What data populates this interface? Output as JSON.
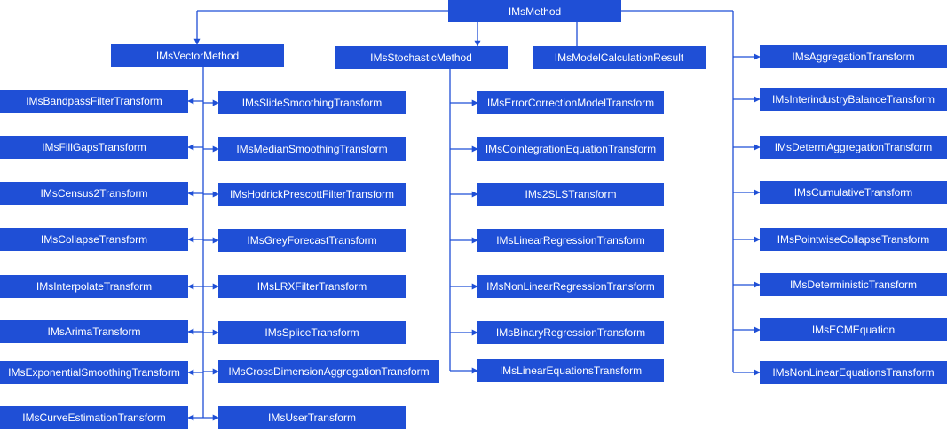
{
  "colors": {
    "node_fill": "#1f4fd6",
    "node_text": "#ffffff",
    "connector": "#1f4fd6"
  },
  "root": "IMsMethod",
  "parents": {
    "vector": "IMsVectorMethod",
    "stochastic": "IMsStochasticMethod",
    "model_result": "IMsModelCalculationResult"
  },
  "vector_left": [
    "IMsBandpassFilterTransform",
    "IMsFillGapsTransform",
    "IMsCensus2Transform",
    "IMsCollapseTransform",
    "IMsInterpolateTransform",
    "IMsArimaTransform",
    "IMsExponentialSmoothingTransform",
    "IMsCurveEstimationTransform"
  ],
  "vector_right": [
    "IMsSlideSmoothingTransform",
    "IMsMedianSmoothingTransform",
    "IMsHodrickPrescottFilterTransform",
    "IMsGreyForecastTransform",
    "IMsLRXFilterTransform",
    "IMsSpliceTransform",
    "IMsCrossDimensionAggregationTransform",
    "IMsUserTransform"
  ],
  "stochastic_children": [
    "IMsErrorCorrectionModelTransform",
    "IMsCointegrationEquationTransform",
    "IMs2SLSTransform",
    "IMsLinearRegressionTransform",
    "IMsNonLinearRegressionTransform",
    "IMsBinaryRegressionTransform",
    "IMsLinearEquationsTransform"
  ],
  "direct_children": [
    "IMsAggregationTransform",
    "IMsInterindustryBalanceTransform",
    "IMsDetermAggregationTransform",
    "IMsCumulativeTransform",
    "IMsPointwiseCollapseTransform",
    "IMsDeterministicTransform",
    "IMsECMEquation",
    "IMsNonLinearEquationsTransform"
  ]
}
